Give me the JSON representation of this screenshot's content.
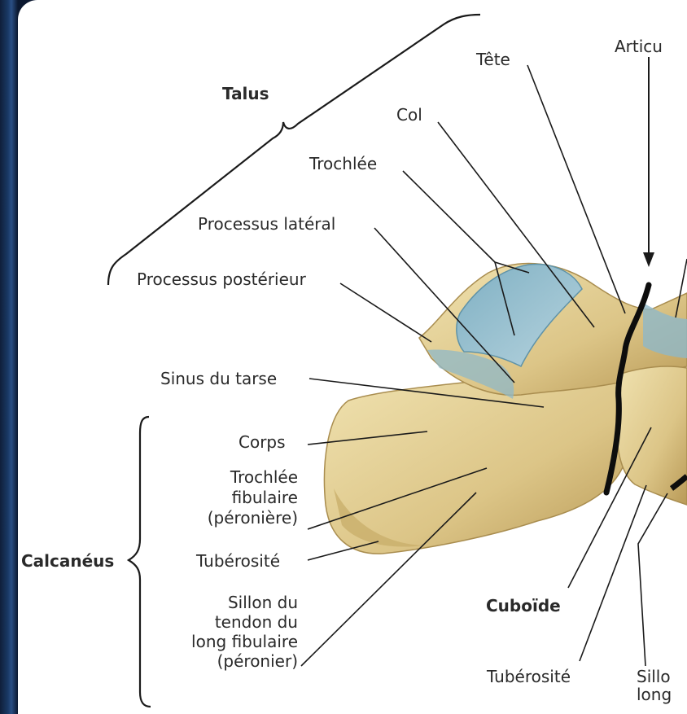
{
  "colors": {
    "background": "#ffffff",
    "bone": "#e3cf93",
    "bone_shadow": "#b89a55",
    "cartilage": "#8fb8c8",
    "leader_line": "#1a1a1a",
    "joint_line": "#0d0d0d",
    "text": "#2a2a2a",
    "frame_dark": "#0b1830"
  },
  "labels": {
    "articulation": "Articu",
    "tete": "Tête",
    "talus": "Talus",
    "col": "Col",
    "trochlee": "Trochlée",
    "processus_lateral": "Processus latéral",
    "processus_posterieur": "Processus postérieur",
    "sinus_du_tarse": "Sinus du tarse",
    "corps": "Corps",
    "trochlee_fibulaire": "Trochlée\nfibulaire\n(péronière)",
    "tuberosite_calcaneus": "Tubérosité",
    "calcaneus": "Calcanéus",
    "sillon_tendon": "Sillon du\ntendon du\nlong fibulaire\n(péronier)",
    "cuboide": "Cuboïde",
    "tuberosite_cuboide": "Tubérosité",
    "sillon_partial": "Sillo\nlong"
  }
}
